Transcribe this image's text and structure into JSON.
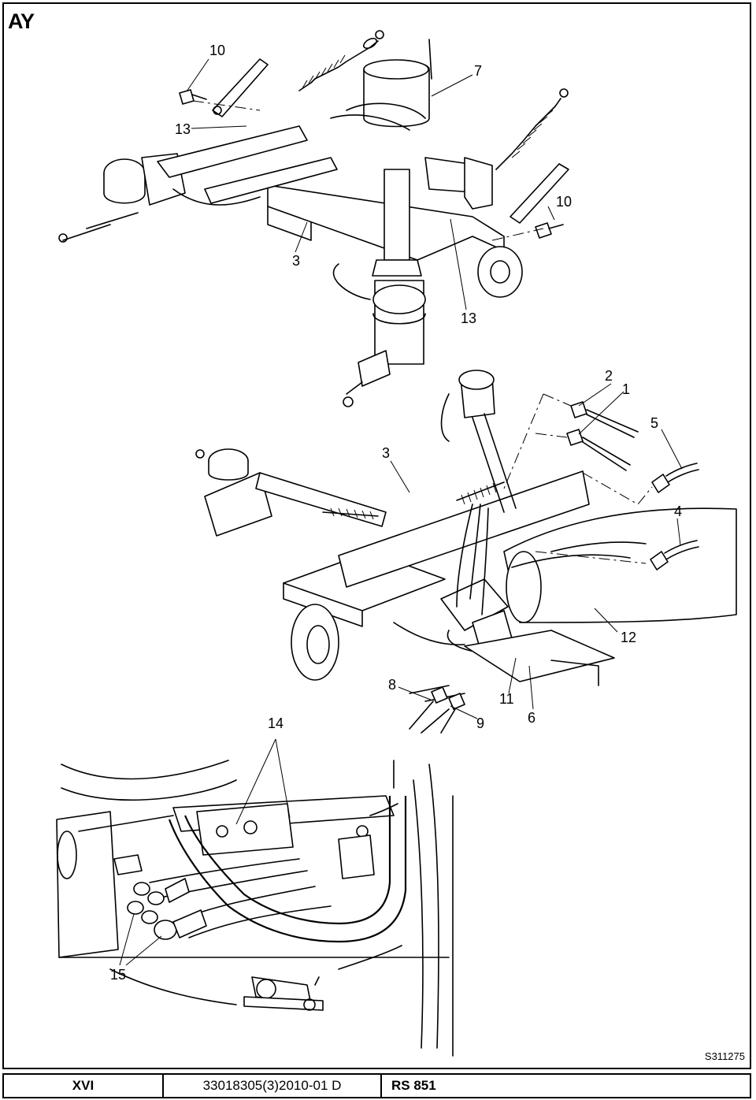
{
  "sheet": {
    "title": "AY",
    "drawing_code": "S311275"
  },
  "footer": {
    "section": "XVI",
    "document": "33018305(3)2010-01 D",
    "model": "RS 851"
  },
  "callouts": {
    "c10a": "10",
    "c7": "7",
    "c13a": "13",
    "c10b": "10",
    "c3a": "3",
    "c13b": "13",
    "c2": "2",
    "c1": "1",
    "c5": "5",
    "c3b": "3",
    "c4": "4",
    "c12": "12",
    "c8": "8",
    "c11": "11",
    "c14": "14",
    "c9": "9",
    "c6": "6",
    "c15": "15"
  }
}
